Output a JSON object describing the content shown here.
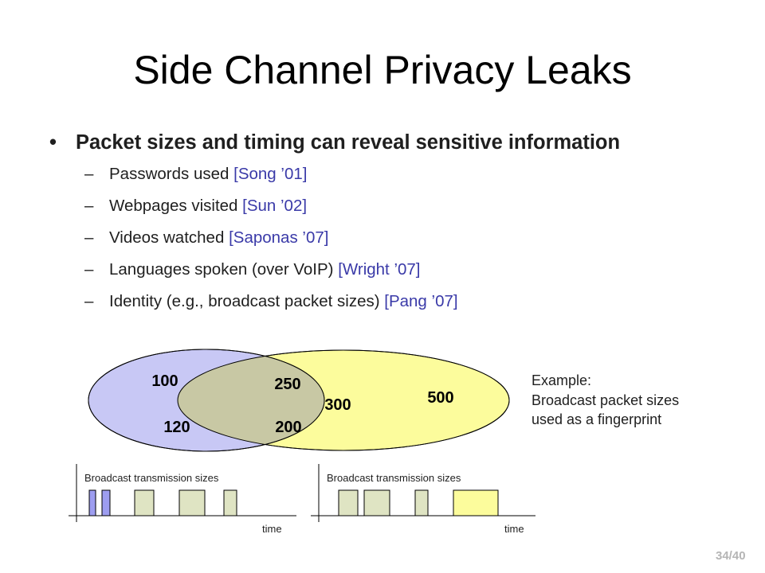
{
  "title": "Side Channel Privacy Leaks",
  "main_bullet": {
    "marker": "•",
    "text": "Packet sizes and timing can reveal sensitive information"
  },
  "sub_bullets": [
    {
      "marker": "–",
      "text": "Passwords used",
      "citation": "[Song ’01]"
    },
    {
      "marker": "–",
      "text": "Webpages visited",
      "citation": "[Sun ’02]"
    },
    {
      "marker": "–",
      "text": "Videos watched",
      "citation": "[Saponas ’07]"
    },
    {
      "marker": "–",
      "text": "Languages spoken (over VoIP)",
      "citation": "[Wright ’07]"
    },
    {
      "marker": "–",
      "text": "Identity (e.g., broadcast packet sizes)",
      "citation": "[Pang ’07]"
    }
  ],
  "venn": {
    "left_only": [
      "100",
      "120"
    ],
    "overlap": [
      "250",
      "300",
      "200"
    ],
    "right_only": [
      "500"
    ],
    "colors": {
      "left": "#c8c8f5",
      "overlap": "#c8c8a4",
      "right": "#fcfc9c"
    }
  },
  "example": {
    "line1": "Example:",
    "line2": "Broadcast packet sizes",
    "line3": "used as a fingerprint"
  },
  "timelines": [
    {
      "label": "Broadcast transmission sizes",
      "axis_label": "time",
      "packets": [
        {
          "color": "#9d9df0"
        },
        {
          "color": "#9d9df0"
        },
        {
          "color": "#dfe4c3"
        },
        {
          "color": "#dfe4c3"
        },
        {
          "color": "#dfe4c3"
        }
      ]
    },
    {
      "label": "Broadcast transmission sizes",
      "axis_label": "time",
      "packets": [
        {
          "color": "#dfe4c3"
        },
        {
          "color": "#dfe4c3"
        },
        {
          "color": "#dfe4c3"
        },
        {
          "color": "#fcfc9c"
        }
      ]
    }
  ],
  "slide_number": "34/40"
}
